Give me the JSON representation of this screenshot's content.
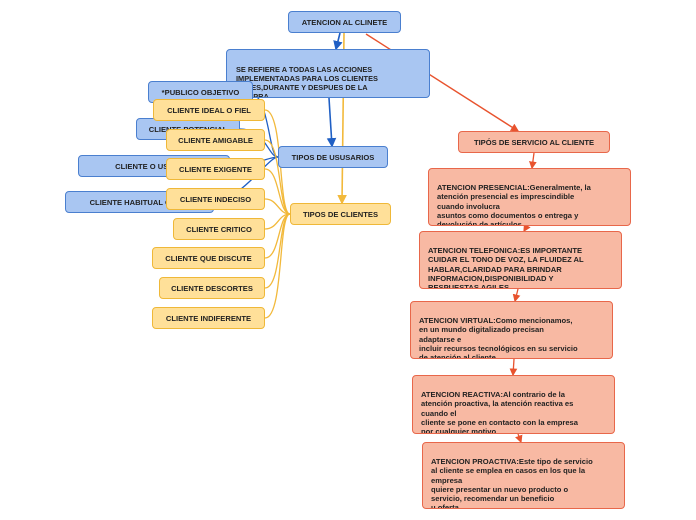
{
  "root": {
    "label": "ATENCION AL CLINETE"
  },
  "definition": {
    "text": "SE REFIERE A TODAS LAS ACCIONES\nIMPLEMENTADAS PARA LOS CLIENTES\nANTES,DURANTE Y DESPUES DE LA\nCOMPRA."
  },
  "user_types": {
    "label": "TIPOS DE USUSARIOS",
    "items": [
      "*PUBLICO OBJETIVO",
      "CLIENTE POTENCIAL",
      "CLIENTE O USUARIO",
      "CLIENTE HABITUAL O FIEL"
    ]
  },
  "client_types": {
    "label": "TIPOS DE CLIENTES",
    "items": [
      "CLIENTE IDEAL O FIEL",
      "CLIENTE AMIGABLE",
      "CLIENTE EXIGENTE",
      "CLIENTE INDECISO",
      "CLIENTE CRITICO",
      "CLIENTE QUE DISCUTE",
      "CLIENTE DESCORTES",
      "CLIENTE INDIFERENTE"
    ]
  },
  "service_types": {
    "label": "TIPÓS DE SERVICIO AL CLIENTE",
    "items": [
      "ATENCION PRESENCIAL:Generalmente, la\natención presencial es imprescindible\ncuando involucra\nasuntos como documentos o entrega y\ndevolución de artículos",
      "ATENCION TELEFONICA:ES IMPORTANTE\nCUIDAR EL TONO DE VOZ, LA FLUIDEZ AL\nHABLAR,CLARIDAD PARA BRINDAR\nINFORMACION,DISPONIBILIDAD Y\nRESPUESTAS AGILES",
      "ATENCION VIRTUAL:Como mencionamos,\nen un mundo digitalizado precisan\nadaptarse e\nincluir recursos tecnológicos en su servicio\nde atención al cliente.",
      "ATENCION REACTIVA:Al contrario de la\natención proactiva, la atención reactiva es\ncuando el\ncliente se pone en contacto con la empresa\npor cualquier motivo",
      "ATENCION PROACTIVA:Este tipo de servicio\nal cliente se emplea en casos en los que la\nempresa\nquiere presentar un nuevo producto o\nservicio, recomendar un beneficio\nu oferta."
    ]
  },
  "colors": {
    "blue_fill": "#a9c6f2",
    "blue_line": "#1f5fc4",
    "yellow_fill": "#ffe099",
    "yellow_line": "#f2b93b",
    "salmon_fill": "#f8b9a3",
    "salmon_line": "#e8532e"
  }
}
